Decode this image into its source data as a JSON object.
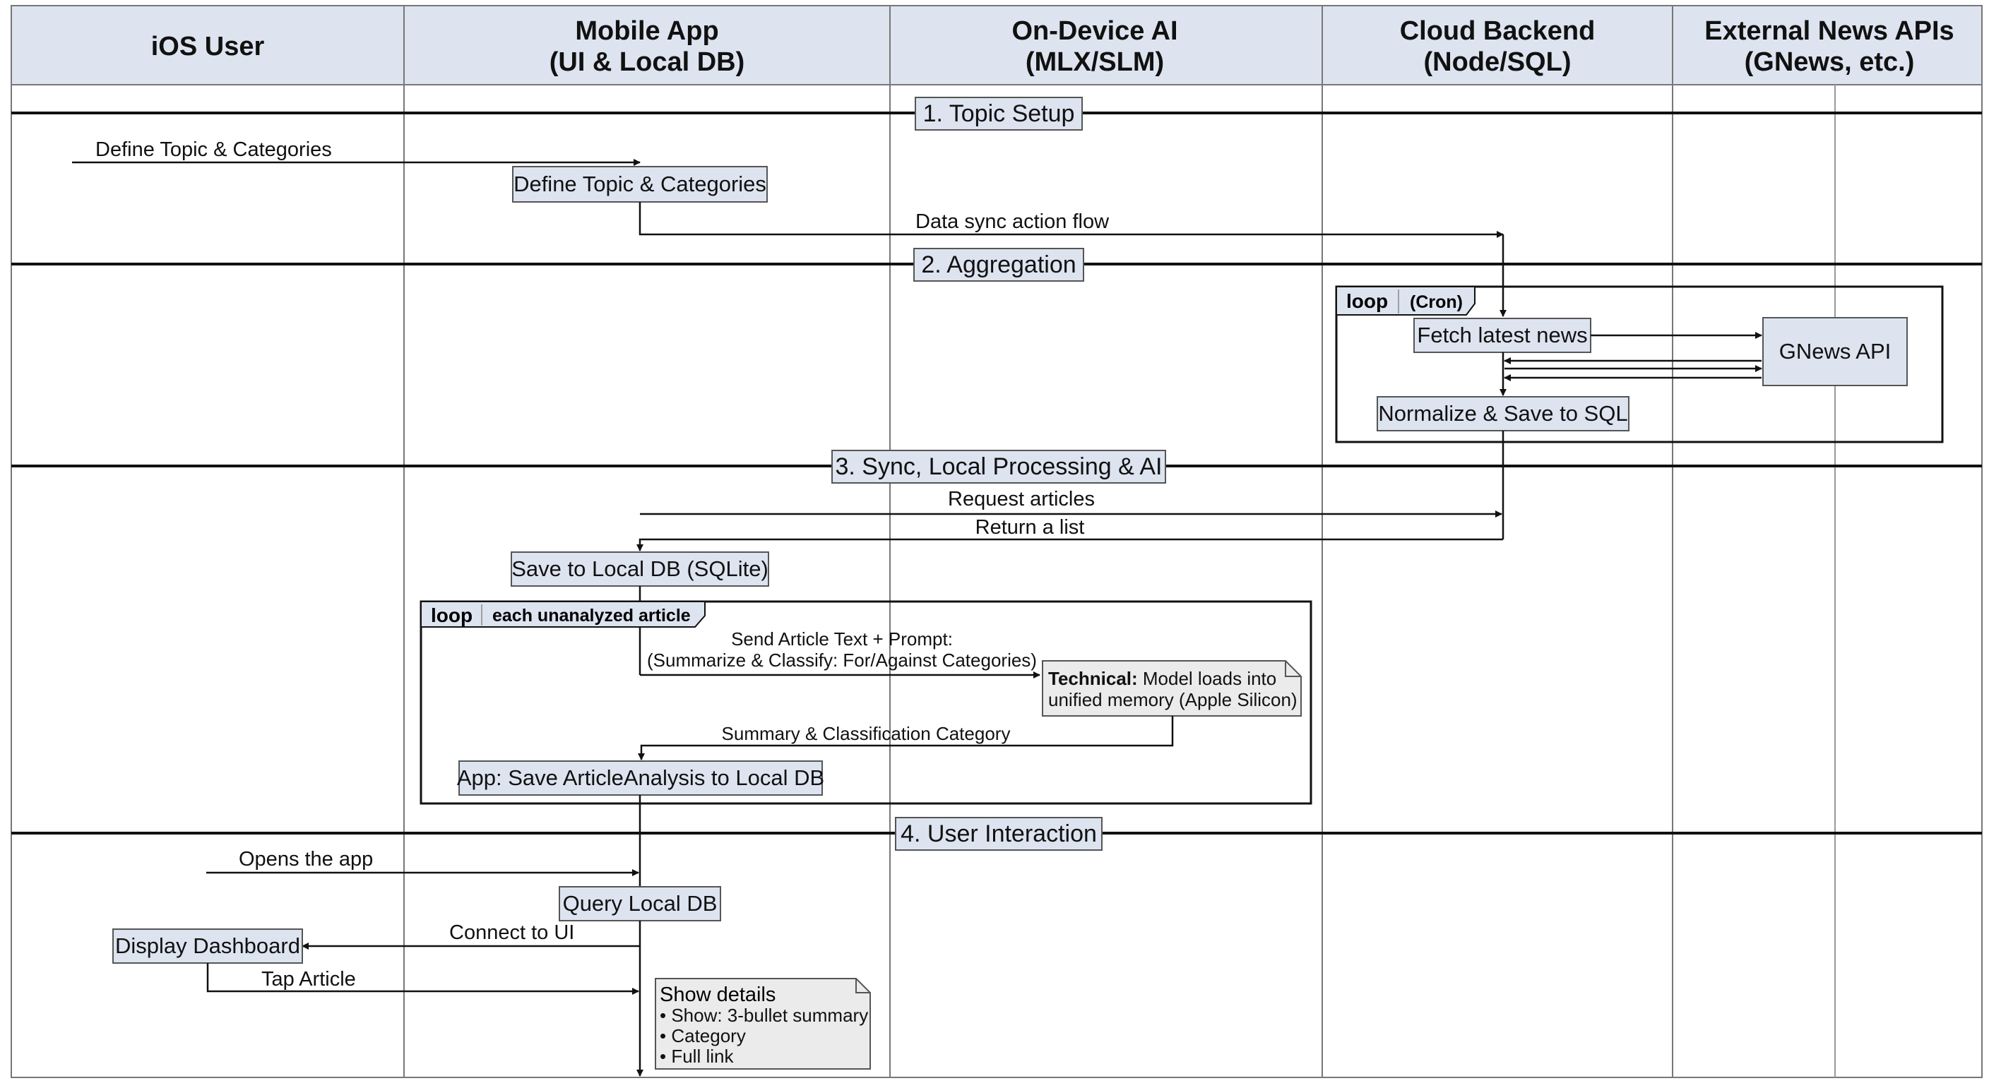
{
  "columns": [
    {
      "line1": "iOS User",
      "line2": ""
    },
    {
      "line1": "Mobile App",
      "line2": "(UI & Local DB)"
    },
    {
      "line1": "On-Device AI",
      "line2": "(MLX/SLM)"
    },
    {
      "line1": "Cloud Backend",
      "line2": "(Node/SQL)"
    },
    {
      "line1": "External News APIs",
      "line2": "(GNews, etc.)"
    }
  ],
  "sections": {
    "topic_setup": "1. Topic Setup",
    "aggregation": "2. Aggregation",
    "sync": "3. Sync, Local Processing & AI",
    "interaction": "4. User Interaction"
  },
  "topic_setup": {
    "user_message": "Define Topic & Categories",
    "app_box": "Define Topic & Categories",
    "sync_message": "Data sync action flow"
  },
  "aggregation": {
    "loop_label": "loop",
    "loop_condition": "(Cron)",
    "fetch_box": "Fetch latest news",
    "gnews_box": "GNews API",
    "normalize_box": "Normalize & Save to SQL"
  },
  "sync": {
    "request_message": "Request articles",
    "return_message": "Return a list",
    "save_box": "Save to Local DB (SQLite)",
    "loop_label": "loop",
    "loop_condition": "each unanalyzed article",
    "prompt_line1": "Send Article Text + Prompt:",
    "prompt_line2": "(Summarize & Classify: For/Against Categories)",
    "note_bold": "Technical:",
    "note_line1_rest": " Model loads into",
    "note_line2": "unified memory (Apple Silicon)",
    "summary_message": "Summary & Classification Category",
    "analysis_box": "App: Save ArticleAnalysis to Local DB"
  },
  "interaction": {
    "opens_message": "Opens the app",
    "query_box": "Query Local DB",
    "connect_message": "Connect to UI",
    "dashboard_box": "Display Dashboard",
    "tap_message": "Tap Article",
    "details_title": "Show details",
    "details_items": [
      "• Show: 3-bullet summary",
      "• Category",
      "• Full link"
    ]
  },
  "colors": {
    "header_fill": "#dde4f0",
    "box_fill": "#dde4f0",
    "note_fill": "#ebebeb",
    "line": "#111111",
    "grid": "#777777"
  }
}
